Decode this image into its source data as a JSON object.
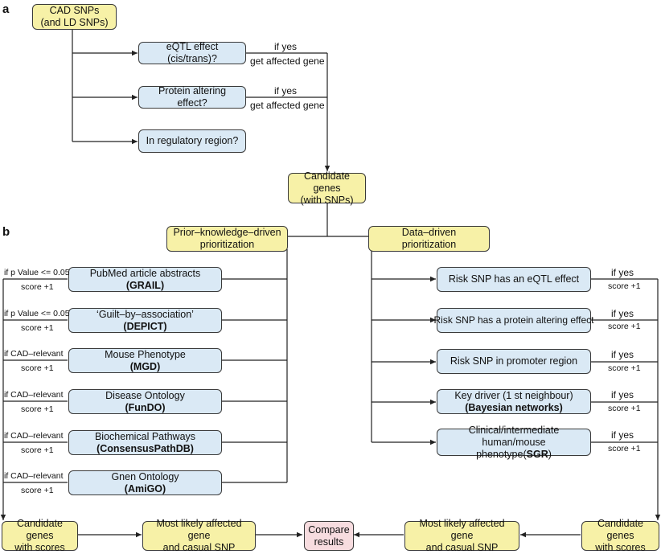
{
  "panels": {
    "a": "a",
    "b": "b"
  },
  "a": {
    "cad_snps": [
      "CAD SNPs",
      "(and LD SNPs)"
    ],
    "eqtl": "eQTL effect (cis/trans)?",
    "protein": "Protein altering effect?",
    "regulatory": "In regulatory region?",
    "if_yes": "if yes",
    "get_gene": "get affected gene",
    "candidate": [
      "Candidate genes",
      "(with SNPs)"
    ]
  },
  "b": {
    "prior": [
      "Prior–knowledge–driven",
      "prioritization"
    ],
    "data": [
      "Data–driven",
      "prioritization"
    ],
    "left_items": [
      {
        "line1": "PubMed article abstracts",
        "line2": "(GRAIL)",
        "cond": "if p Value <= 0.05",
        "score": "score +1"
      },
      {
        "line1": "‘Guilt–by–association’",
        "line2": "(DEPICT)",
        "cond": "if p Value <= 0.05",
        "score": "score +1"
      },
      {
        "line1": "Mouse Phenotype",
        "line2": "(MGD)",
        "cond": "if CAD–relevant",
        "score": "score +1"
      },
      {
        "line1": "Disease Ontology",
        "line2": "(FunDO)",
        "cond": "if CAD–relevant",
        "score": "score +1"
      },
      {
        "line1": "Biochemical Pathways",
        "line2": "(ConsensusPathDB)",
        "cond": "if CAD–relevant",
        "score": "score +1"
      },
      {
        "line1": "Gnen Ontology",
        "line2": "(AmiGO)",
        "cond": "if CAD–relevant",
        "score": "score +1"
      }
    ],
    "right_items": [
      {
        "line1": "Risk SNP has an eQTL effect",
        "line2": "",
        "cond": "if yes",
        "score": "score +1"
      },
      {
        "line1": "Risk SNP has a protein altering effect",
        "line2": "",
        "cond": "if yes",
        "score": "score +1"
      },
      {
        "line1": "Risk SNP in promoter region",
        "line2": "",
        "cond": "if yes",
        "score": "score +1"
      },
      {
        "line1": "Key driver (1 st neighbour)",
        "line2": "(Bayesian networks)",
        "cond": "if yes",
        "score": "score +1"
      },
      {
        "line1": "Clinical/intermediate human/mouse",
        "line2": "phenotype(",
        "line2b": "SGR",
        "line2c": ")",
        "cond": "if yes",
        "score": "score +1"
      }
    ],
    "bottom": {
      "cand_left": [
        "Candidate genes",
        "with scores"
      ],
      "likely_left": [
        "Most likely affected gene",
        "and casual SNP"
      ],
      "compare": [
        "Compare",
        "results"
      ],
      "likely_right": [
        "Most likely affected gene",
        "and casual SNP"
      ],
      "cand_right": [
        "Candidate genes",
        "with scores"
      ]
    }
  }
}
